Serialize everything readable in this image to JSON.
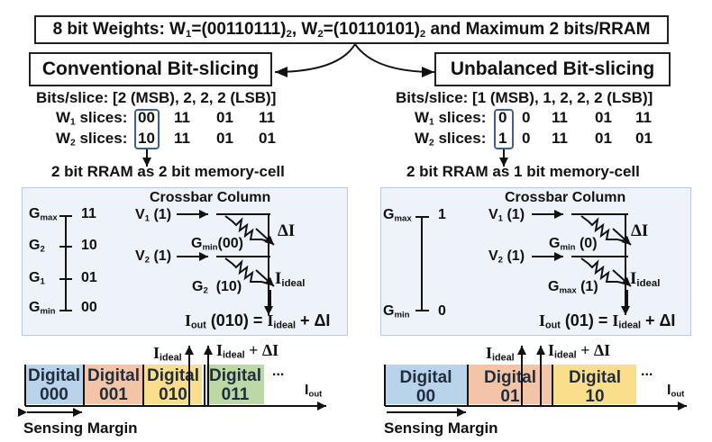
{
  "header": {
    "prefix": "8 bit Weights: W",
    "w1_sub": "1",
    "w1_value": "=(00110111)",
    "w1_base": "2",
    "w2_prefix": ", W",
    "w2_sub": "2",
    "w2_value": "=(10110101)",
    "w2_base": "2",
    "suffix": " and  Maximum 2 bits/RRAM"
  },
  "left": {
    "title": "Conventional Bit-slicing",
    "bits_per_slice": "Bits/slice: [2 (MSB), 2, 2, 2 (LSB)]",
    "w1_label": "W",
    "w1_label_sub": "1",
    "w2_label": "W",
    "w2_label_sub": "2",
    "slices_word": " slices:",
    "w1_slices": [
      "00",
      "11",
      "01",
      "11"
    ],
    "w2_slices": [
      "10",
      "11",
      "01",
      "01"
    ],
    "rram_caption": "2 bit RRAM as 2 bit memory-cell",
    "crossbar_title": "Crossbar Column",
    "ladder": [
      {
        "g": "G",
        "g_sub": "max",
        "code": "11"
      },
      {
        "g": "G",
        "g_sub": "2",
        "code": "10"
      },
      {
        "g": "G",
        "g_sub": "1",
        "code": "01"
      },
      {
        "g": "G",
        "g_sub": "min",
        "code": "00"
      }
    ],
    "v1": "V",
    "v1_sub": "1",
    "v1_val": " (1)",
    "v2": "V",
    "v2_sub": "2",
    "v2_val": " (1)",
    "cell1_g": "G",
    "cell1_sub": "min",
    "cell1_val": "(00)",
    "cell2_g": "G",
    "cell2_sub": "2",
    "cell2_val": "  (10)",
    "delta_i": "ΔI",
    "i_ideal": "I",
    "i_ideal_sub": "ideal",
    "iout_eq": {
      "i": "I",
      "sub": "out",
      "code": " (010) = ",
      "i2": "I",
      "sub2": "ideal",
      "tail": " + ΔI"
    },
    "digital_bins": [
      {
        "label": "Digital",
        "code": "000",
        "color": "#b9d3ea"
      },
      {
        "label": "Digital",
        "code": "001",
        "color": "#f4c4a6"
      },
      {
        "label": "Digital",
        "code": "010",
        "color": "#fbde8c"
      },
      {
        "label": "Digital",
        "code": "011",
        "color": "#bcd9a5"
      }
    ],
    "ellipsis": "...",
    "axis_label": "I",
    "axis_label_sub": "out",
    "marker_ideal": "I",
    "marker_ideal_sub": "ideal",
    "marker_ideal_plus": "I",
    "marker_ideal_plus_sub": "ideal",
    "marker_ideal_plus_tail": " + ΔI",
    "sensing_margin": "Sensing Margin"
  },
  "right": {
    "title": "Unbalanced Bit-slicing",
    "bits_per_slice": "Bits/slice: [1 (MSB), 1, 2, 2, 2 (LSB)]",
    "w1_label": "W",
    "w1_label_sub": "1",
    "w2_label": "W",
    "w2_label_sub": "2",
    "slices_word": " slices:",
    "w1_slices": [
      "0",
      "0",
      "11",
      "01",
      "11"
    ],
    "w2_slices": [
      "1",
      "0",
      "11",
      "01",
      "01"
    ],
    "rram_caption": "2 bit RRAM as 1 bit memory-cell",
    "crossbar_title": "Crossbar Column",
    "ladder": [
      {
        "g": "G",
        "g_sub": "max",
        "code": "1"
      },
      {
        "g": "G",
        "g_sub": "min",
        "code": "0"
      }
    ],
    "v1": "V",
    "v1_sub": "1",
    "v1_val": " (1)",
    "v2": "V",
    "v2_sub": "2",
    "v2_val": " (1)",
    "cell1_g": "G",
    "cell1_sub": "min",
    "cell1_val": " (0)",
    "cell2_g": "G",
    "cell2_sub": "max",
    "cell2_val": " (1)",
    "delta_i": "ΔI",
    "i_ideal": "I",
    "i_ideal_sub": "ideal",
    "iout_eq": {
      "i": "I",
      "sub": "out",
      "code": " (01) = ",
      "i2": "I",
      "sub2": "ideal",
      "tail": " + ΔI"
    },
    "digital_bins": [
      {
        "label": "Digital",
        "code": "00",
        "color": "#b9d3ea"
      },
      {
        "label": "Digital",
        "code": "01",
        "color": "#f4c4a6"
      },
      {
        "label": "Digital",
        "code": "10",
        "color": "#fbde8c"
      }
    ],
    "ellipsis": "...",
    "axis_label": "I",
    "axis_label_sub": "out",
    "marker_ideal": "I",
    "marker_ideal_sub": "ideal",
    "marker_ideal_plus": "I",
    "marker_ideal_plus_sub": "ideal",
    "marker_ideal_plus_tail": " + ΔI",
    "sensing_margin": "Sensing Margin"
  },
  "colors": {
    "panel_bg": "#eef3fa",
    "panel_border": "#b9c9de",
    "highlight_box": "#3d5f8a",
    "line": "#111111"
  }
}
